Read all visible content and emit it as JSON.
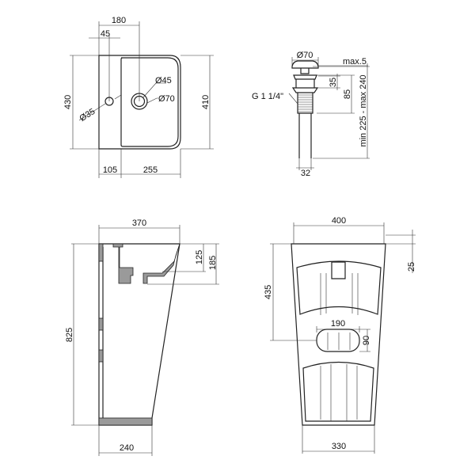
{
  "top_view": {
    "width_to_drain": "180",
    "tap_offset": "45",
    "depth_total": "430",
    "basin_depth": "410",
    "tap_hole": "Ø35",
    "drain_inner": "Ø45",
    "drain_outer": "Ø70",
    "ledge_width": "105",
    "basin_width": "255"
  },
  "drain_valve": {
    "cap_diameter": "Ø70",
    "cap_lift": "max.5",
    "dim_35": "35",
    "thread_length": "85",
    "total_length": "min 225 - max 240",
    "thread": "G 1 1/4\"",
    "pipe_diameter": "32"
  },
  "side_view": {
    "top_depth": "370",
    "height": "825",
    "bowl_depth": "125",
    "outlet_depth": "185",
    "base_depth": "240"
  },
  "front_view": {
    "top_width": "400",
    "outlet_height": "435",
    "top_offset": "25",
    "opening_width": "190",
    "opening_height": "90",
    "base_width": "330"
  },
  "colors": {
    "line": "#222222",
    "section_fill": "#9a9a9a"
  }
}
